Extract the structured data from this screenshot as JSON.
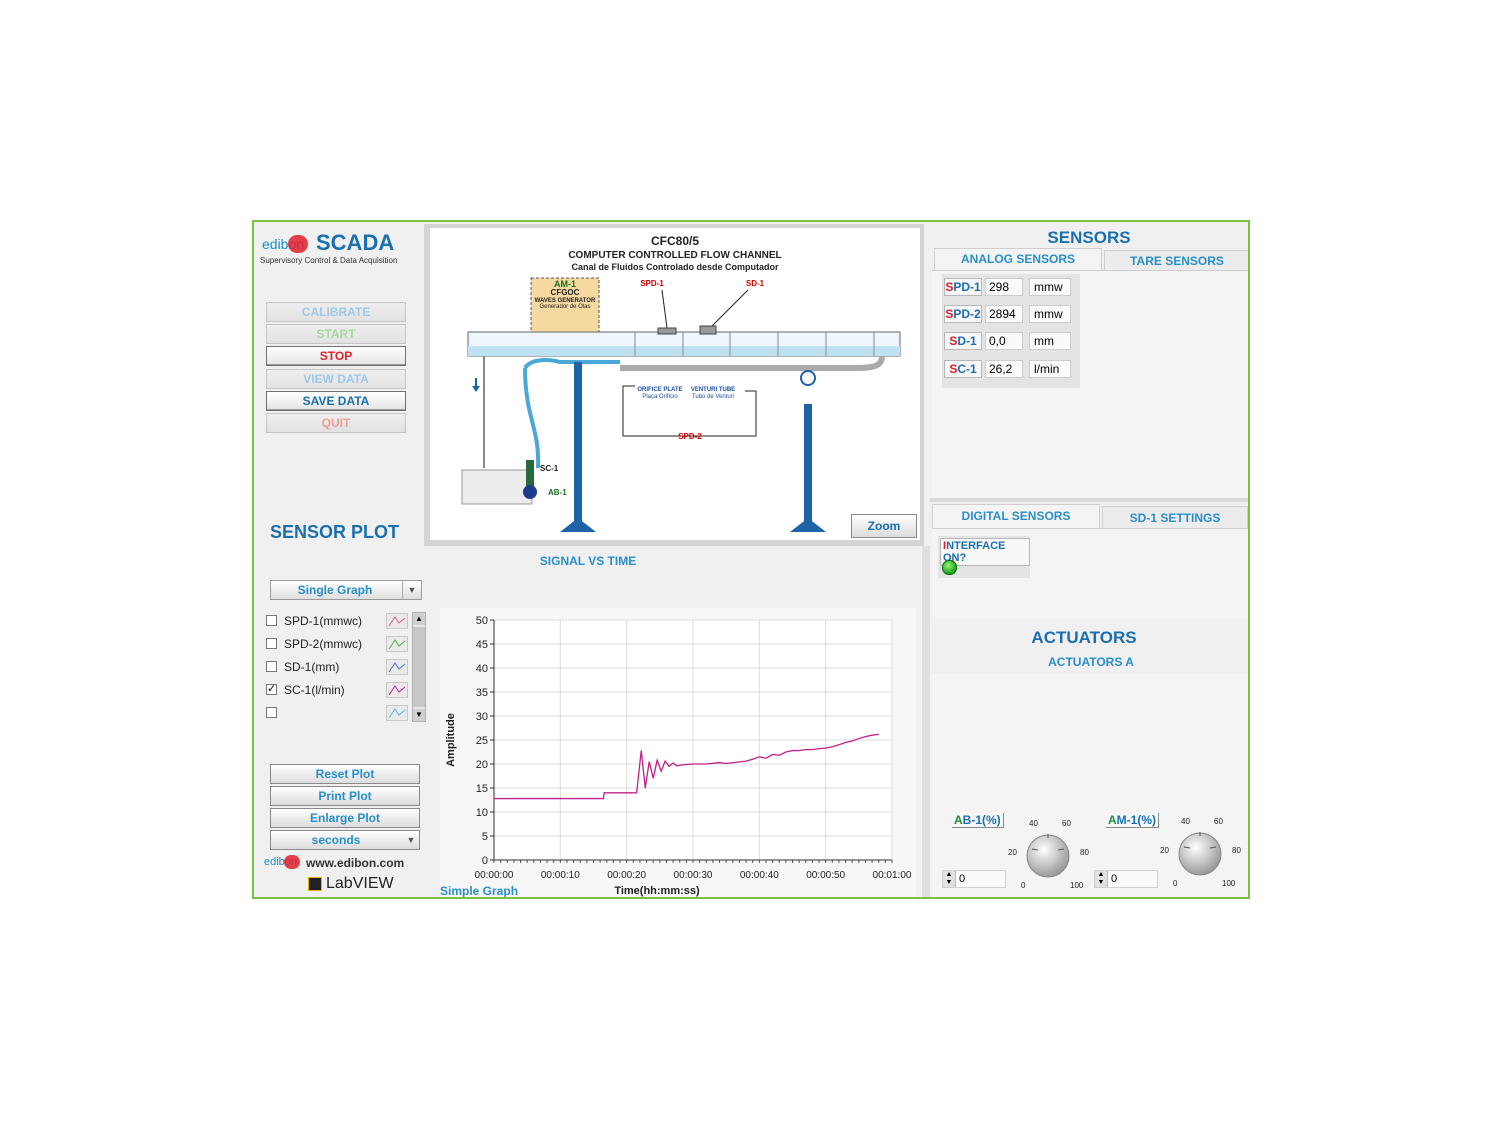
{
  "brand": {
    "logo_word": "edibon",
    "app": "SCADA",
    "subtitle": "Supervisory Control & Data Acquisition",
    "website": "www.edibon.com",
    "labview": "LabVIEW"
  },
  "menu": {
    "calibrate": "CALIBRATE",
    "start": "START",
    "stop": "STOP",
    "view_data": "VIEW DATA",
    "save_data": "SAVE DATA",
    "quit": "QUIT"
  },
  "diagram": {
    "title": "CFC80/5",
    "subtitle_en": "COMPUTER CONTROLLED FLOW CHANNEL",
    "subtitle_es": "Canal de Fluidos Controlado desde Computador",
    "am1": "AM-1",
    "cfgoc": "CFGOC",
    "waves_en": "WAVES GENERATOR",
    "waves_es": "Generador de Olas",
    "spd1": "SPD-1",
    "sd1": "SD-1",
    "spd2": "SPD-2",
    "sc1": "SC-1",
    "ab1": "AB-1",
    "orifice_en": "ORIFICE PLATE",
    "orifice_es": "Placa Orificio",
    "venturi_en": "VENTURI TUBE",
    "venturi_es": "Tubo de Venturi",
    "zoom": "Zoom"
  },
  "sensors": {
    "header": "SENSORS",
    "tab_analog": "ANALOG SENSORS",
    "tab_tare": "TARE SENSORS",
    "rows": [
      {
        "first": "S",
        "rest": "PD-1",
        "value": "298",
        "unit": "mmw"
      },
      {
        "first": "S",
        "rest": "PD-2",
        "value": "2894",
        "unit": "mmw"
      },
      {
        "first": "S",
        "rest": "D-1",
        "value": "0,0",
        "unit": "mm"
      },
      {
        "first": "S",
        "rest": "C-1",
        "value": "26,2",
        "unit": "l/min"
      }
    ]
  },
  "digital": {
    "tab_digital": "DIGITAL SENSORS",
    "tab_settings": "SD-1 SETTINGS",
    "interface_first": "I",
    "interface_rest": "NTERFACE ON?",
    "interface_on": true
  },
  "actuators": {
    "header": "ACTUATORS",
    "tab": "ACTUATORS A",
    "ab1_first": "A",
    "ab1_rest": "B-1(%)",
    "ab1_value": "0",
    "am1_first": "A",
    "am1_rest": "M-1(%)",
    "am1_value": "0",
    "knob_labels": {
      "t0": "0",
      "t20": "20",
      "t40": "40",
      "t60": "60",
      "t80": "80",
      "t100": "100"
    }
  },
  "plot": {
    "section_title": "SENSOR PLOT",
    "signal_title": "SIGNAL VS TIME",
    "graph_mode": "Single Graph",
    "channels": [
      {
        "label": "SPD-1(mmwc)",
        "checked": false,
        "color": "#e06080"
      },
      {
        "label": "SPD-2(mmwc)",
        "checked": false,
        "color": "#50b050"
      },
      {
        "label": "SD-1(mm)",
        "checked": false,
        "color": "#5070d0"
      },
      {
        "label": "SC-1(l/min)",
        "checked": true,
        "color": "#c0208a"
      },
      {
        "label": "",
        "checked": false,
        "color": "#50c0c0"
      }
    ],
    "check_mark": "✓",
    "reset": "Reset Plot",
    "print": "Print Plot",
    "enlarge": "Enlarge Plot",
    "units": "seconds",
    "caption": "Simple Graph"
  },
  "chart_data": {
    "type": "line",
    "title": "SIGNAL VS TIME",
    "xlabel": "Time(hh:mm:ss)",
    "ylabel": "Amplitude",
    "ylim": [
      0,
      50
    ],
    "xlim": [
      0,
      60
    ],
    "yticks": [
      0,
      5,
      10,
      15,
      20,
      25,
      30,
      35,
      40,
      45,
      50
    ],
    "xticks": [
      "00:00:00",
      "00:00:10",
      "00:00:20",
      "00:00:30",
      "00:00:40",
      "00:00:50",
      "00:01:00"
    ],
    "grid": true,
    "line_color": "#c0208a",
    "series": [
      {
        "x": [
          0,
          16.5,
          16.6,
          21.5,
          22.2,
          22.8,
          23.4,
          24.0,
          24.6,
          25.2,
          25.8,
          26.4,
          27.0,
          27.6,
          28.2,
          29,
          30,
          32,
          34,
          35,
          38,
          39,
          40,
          41,
          42,
          43,
          44,
          45,
          46,
          47,
          48,
          49,
          50,
          51,
          52,
          53,
          54,
          55,
          56,
          57,
          58
        ],
        "y": [
          12.8,
          12.8,
          14.0,
          14.0,
          22.8,
          15.0,
          20.5,
          17.0,
          20.8,
          18.5,
          20.6,
          19.5,
          20.2,
          19.6,
          19.8,
          19.9,
          20.0,
          20.0,
          20.3,
          20.1,
          20.6,
          21.0,
          21.5,
          21.2,
          22.0,
          21.8,
          22.5,
          22.8,
          22.8,
          23.0,
          23.0,
          23.2,
          23.3,
          23.6,
          24.0,
          24.5,
          24.8,
          25.3,
          25.7,
          26.0,
          26.2
        ]
      }
    ]
  }
}
